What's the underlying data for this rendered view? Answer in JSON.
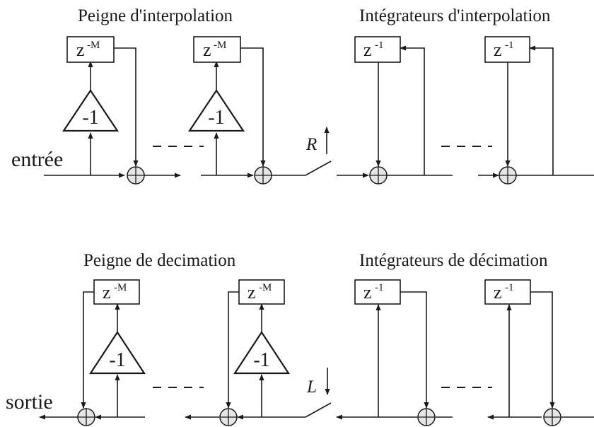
{
  "titles": {
    "comb_interp": "Peigne d'interpolation",
    "integ_interp": "Intégrateurs d'interpolation",
    "comb_decim": "Peigne de decimation",
    "integ_decim": "Intégrateurs de décimation"
  },
  "io": {
    "input": "entrée",
    "output": "sortie"
  },
  "rates": {
    "up": "R",
    "down": "L"
  },
  "blocks": {
    "comb_delay_base": "z",
    "comb_delay_exp": "-M",
    "integ_delay_base": "z",
    "integ_delay_exp": "-1",
    "gain": "-1"
  }
}
